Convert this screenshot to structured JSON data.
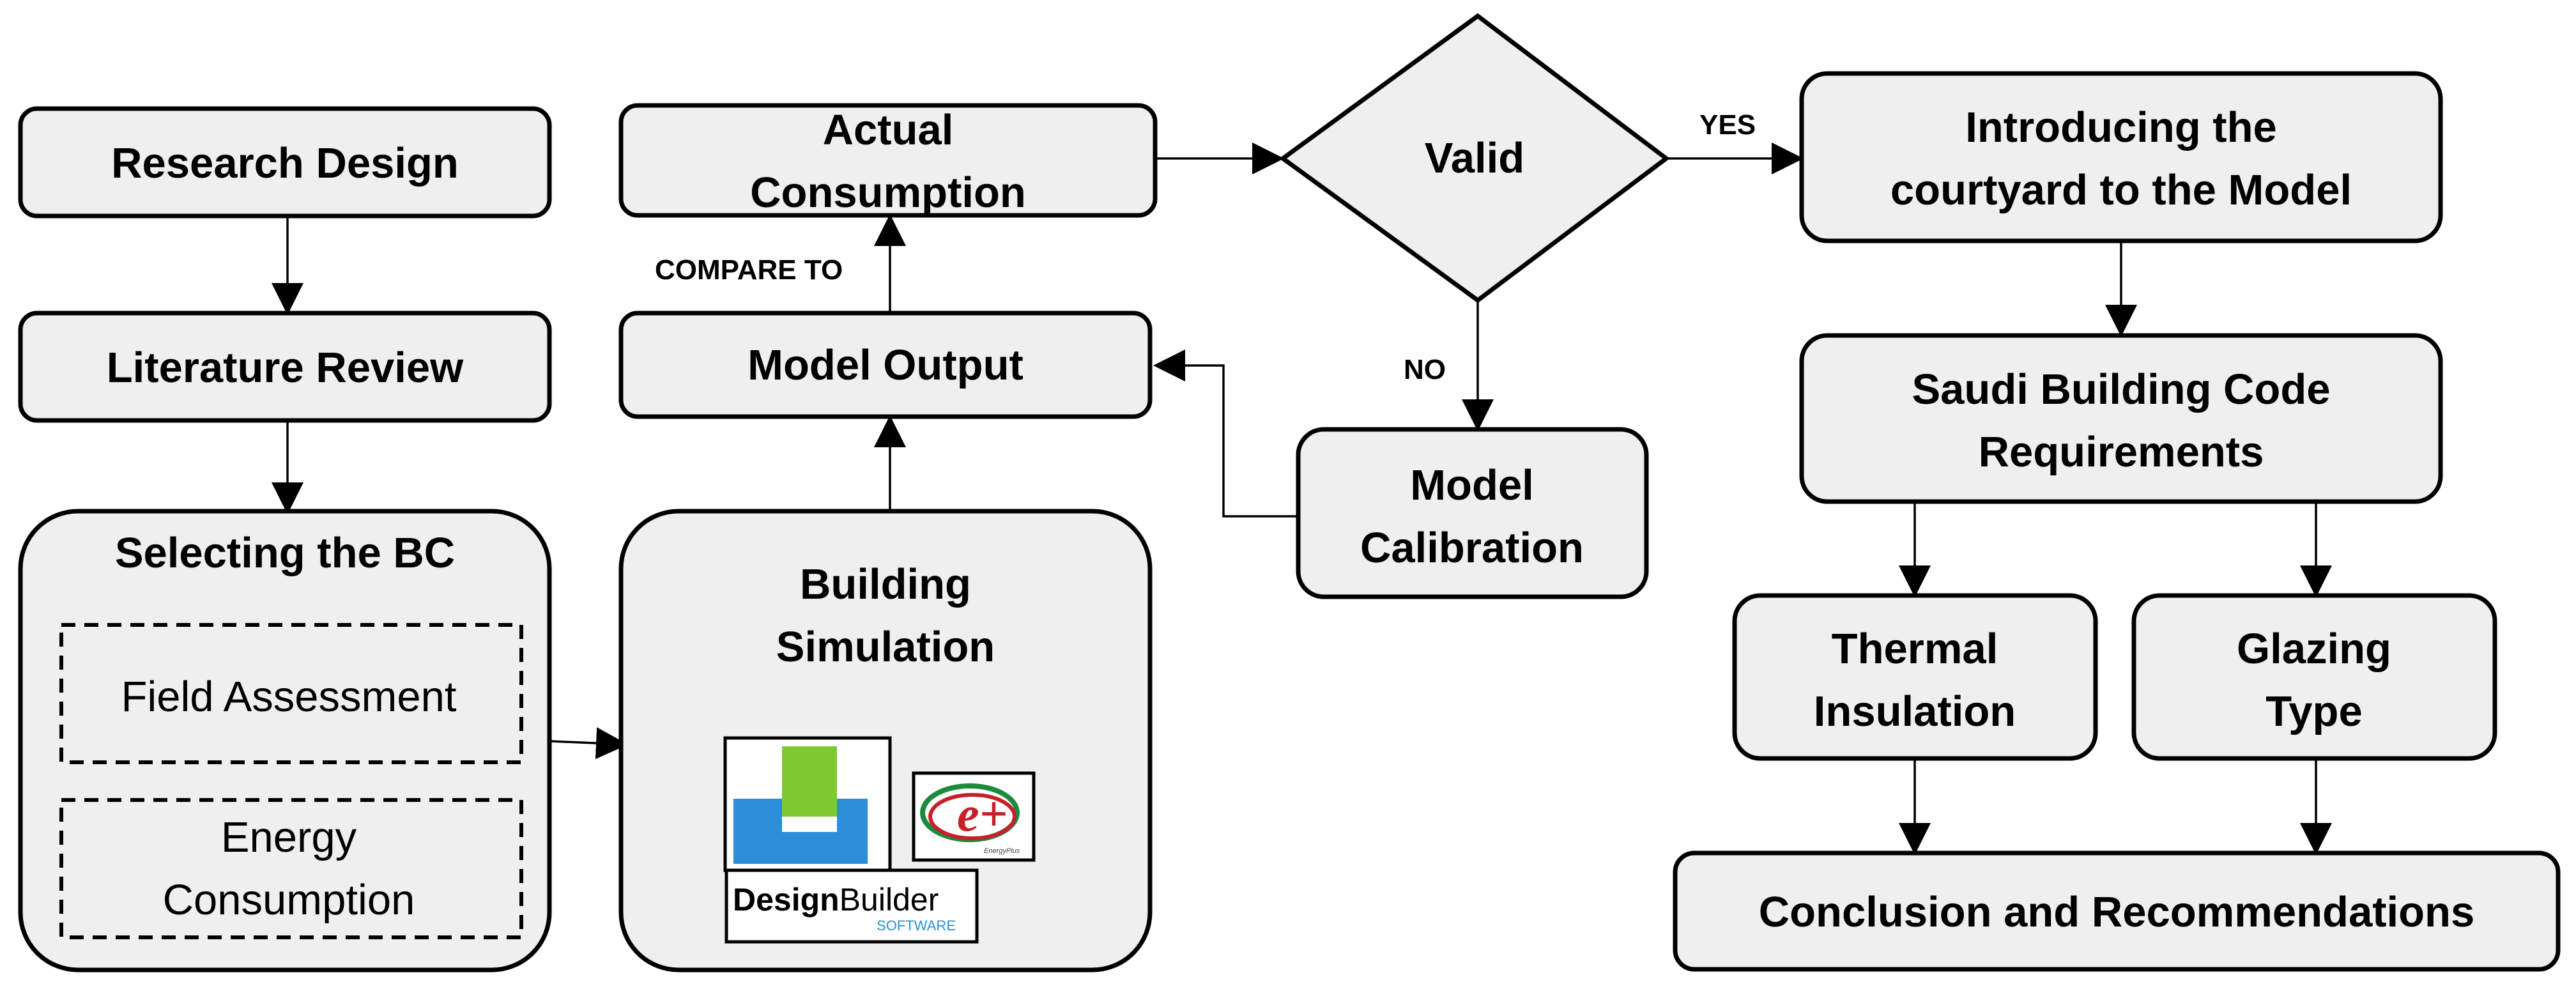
{
  "boxes": {
    "research_design": "Research Design",
    "literature_review": "Literature Review",
    "selecting_bc": "Selecting the BC",
    "field_assessment": "Field Assessment",
    "energy_consumption": [
      "Energy",
      "Consumption"
    ],
    "actual_consumption": [
      "Actual",
      "Consumption"
    ],
    "model_output": "Model Output",
    "building_simulation": [
      "Building",
      "Simulation"
    ],
    "valid": "Valid",
    "model_calibration": [
      "Model",
      "Calibration"
    ],
    "introducing_courtyard": [
      "Introducing the",
      "courtyard to the Model"
    ],
    "saudi_building_code": [
      "Saudi Building Code",
      "Requirements"
    ],
    "thermal_insulation": [
      "Thermal",
      "Insulation"
    ],
    "glazing_type": [
      "Glazing",
      "Type"
    ],
    "conclusion": "Conclusion and Recommendations"
  },
  "edge_labels": {
    "compare_to": "COMPARE TO",
    "yes": "YES",
    "no": "NO"
  },
  "logos": {
    "designbuilder_word1": "Design",
    "designbuilder_word2": "Builder",
    "designbuilder_sub": "SOFTWARE",
    "energyplus_glyph": "e+",
    "energyplus_text": "EnergyPlus"
  },
  "colors": {
    "box_fill": "#efefef",
    "stroke": "#000000",
    "db_green": "#7ec832",
    "db_blue": "#2a8fd8",
    "ep_red": "#c8202a",
    "ep_green": "#1e8a3c"
  }
}
